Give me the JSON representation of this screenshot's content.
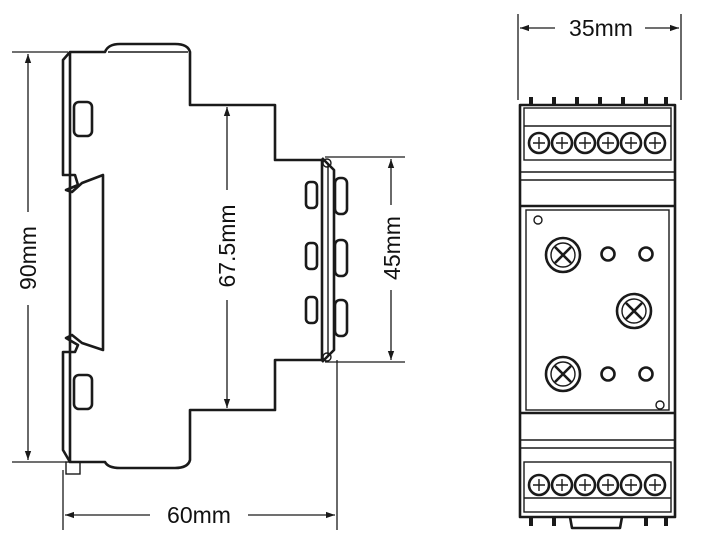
{
  "dimensions": {
    "height_total": "90mm",
    "height_body": "67.5mm",
    "height_front": "45mm",
    "depth": "60mm",
    "width": "35mm"
  },
  "colors": {
    "line": "#1a1a1a",
    "background": "#ffffff"
  }
}
